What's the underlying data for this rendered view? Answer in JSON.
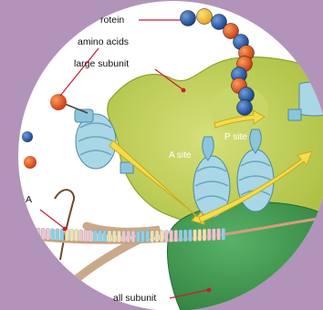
{
  "colors": {
    "background": "#b293ba",
    "disc": "#ffffff",
    "large_subunit": "#c2d15a",
    "small_subunit": "#3f9a4e",
    "mrna_pink": "#f3c4c8",
    "mrna_blue": "#8fd0e4",
    "trna": "#a9d7e5",
    "amino_acid_blue": "#1f4fa0",
    "amino_acid_orange": "#e2521d",
    "arrow": "#f4dc4a",
    "leader_line": "#cc1a33"
  },
  "labels": {
    "protein": "rotein",
    "amino_acids": "amino acids",
    "large_subunit": "large subunit",
    "a_site": "A site",
    "p_site": "P site",
    "small_subunit": "all subunit",
    "left_fragment": "A"
  }
}
